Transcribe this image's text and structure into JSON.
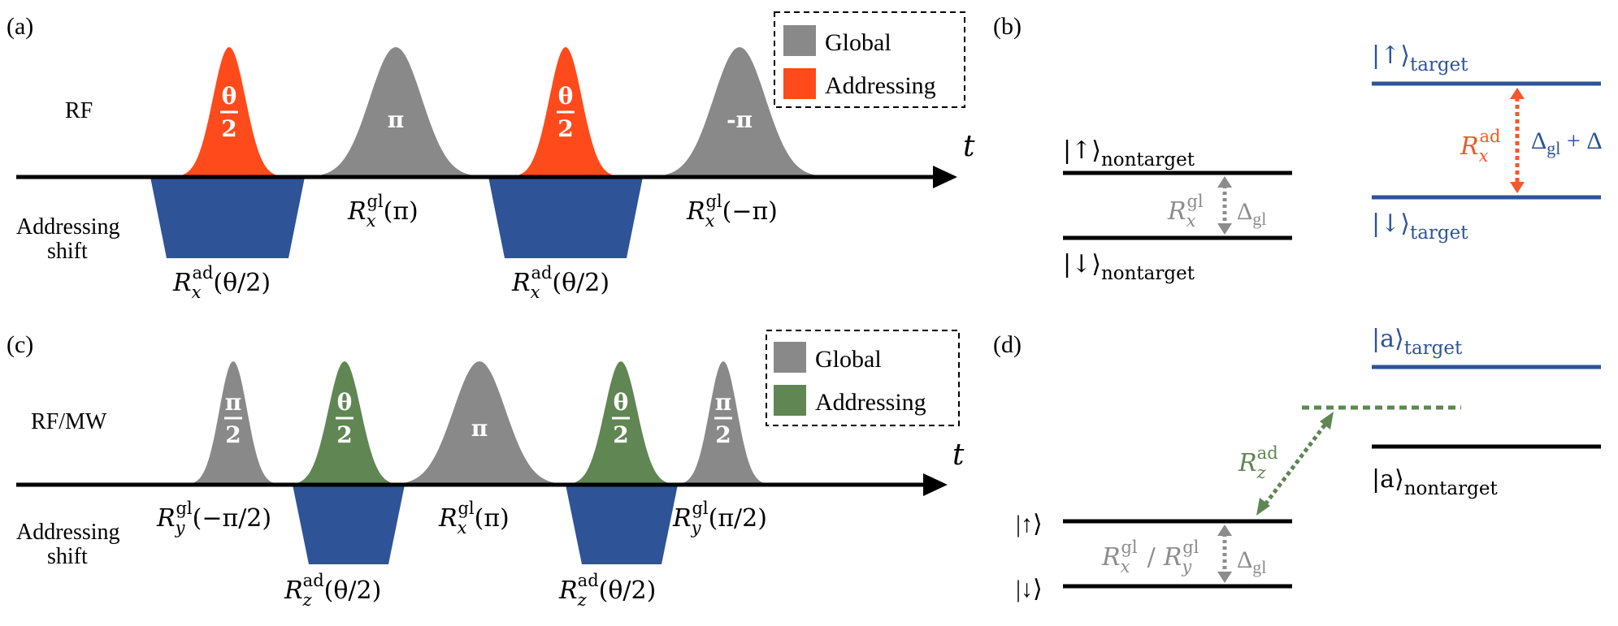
{
  "colors": {
    "global": "#898989",
    "addressing_rf": "#FF4A1C",
    "addressing_mw": "#5F8653",
    "shift": "#2E5396",
    "axis": "#000000",
    "target": "#2E5396",
    "gray_text": "#8C8C8C",
    "green_text": "#5F8653",
    "red_arrow": "#F2582A"
  },
  "panel_a": {
    "label": "(a)",
    "row_label": "RF",
    "shift_label_1": "Addressing",
    "shift_label_2": "shift",
    "t_label": "t",
    "legend": {
      "global": "Global",
      "addressing": "Addressing"
    },
    "pulses": [
      {
        "kind": "addressing",
        "text_top": "θ",
        "text_bottom": "2"
      },
      {
        "kind": "global",
        "text": "π"
      },
      {
        "kind": "addressing",
        "text_top": "θ",
        "text_bottom": "2"
      },
      {
        "kind": "global",
        "text": "-π"
      }
    ],
    "rotations": [
      {
        "base": "R",
        "sub": "x",
        "sup": "gl",
        "arg": "(π)"
      },
      {
        "base": "R",
        "sub": "x",
        "sup": "gl",
        "arg": "(−π)"
      },
      {
        "base": "R",
        "sub": "x",
        "sup": "ad",
        "arg": "(θ/2)"
      },
      {
        "base": "R",
        "sub": "x",
        "sup": "ad",
        "arg": "(θ/2)"
      }
    ]
  },
  "panel_b": {
    "label": "(b)",
    "up_nontarget": "|↑⟩",
    "down_nontarget": "|↓⟩",
    "nontarget_sub": "nontarget",
    "up_target": "|↑⟩",
    "down_target": "|↓⟩",
    "target_sub": "target",
    "r_gl": {
      "base": "R",
      "sub": "x",
      "sup": "gl"
    },
    "delta_gl": "Δ",
    "delta_gl_sub": "gl",
    "r_ad": {
      "base": "R",
      "sub": "x",
      "sup": "ad"
    },
    "delta_sum_1": "Δ",
    "delta_sum_sub": "gl",
    "delta_sum_2": " + Δ"
  },
  "panel_c": {
    "label": "(c)",
    "row_label": "RF/MW",
    "shift_label_1": "Addressing",
    "shift_label_2": "shift",
    "t_label": "t",
    "legend": {
      "global": "Global",
      "addressing": "Addressing"
    },
    "pulses": [
      {
        "kind": "global",
        "text_top": "π",
        "text_bottom": "2",
        "prefix": "-"
      },
      {
        "kind": "addressing",
        "text_top": "θ",
        "text_bottom": "2"
      },
      {
        "kind": "global",
        "text": "π"
      },
      {
        "kind": "addressing",
        "text_top": "θ",
        "text_bottom": "2"
      },
      {
        "kind": "global",
        "text_top": "π",
        "text_bottom": "2"
      }
    ],
    "rotations": [
      {
        "base": "R",
        "sub": "y",
        "sup": "gl",
        "arg": "(−π/2)"
      },
      {
        "base": "R",
        "sub": "x",
        "sup": "gl",
        "arg": "(π)"
      },
      {
        "base": "R",
        "sub": "y",
        "sup": "gl",
        "arg": "(π/2)"
      },
      {
        "base": "R",
        "sub": "z",
        "sup": "ad",
        "arg": "(θ/2)"
      },
      {
        "base": "R",
        "sub": "z",
        "sup": "ad",
        "arg": "(θ/2)"
      }
    ]
  },
  "panel_d": {
    "label": "(d)",
    "a_target": "|a⟩",
    "target_sub": "target",
    "a_nontarget": "|a⟩",
    "nontarget_sub": "nontarget",
    "up": "|↑⟩",
    "down": "|↓⟩",
    "r_ad": {
      "base": "R",
      "sub": "z",
      "sup": "ad"
    },
    "r_gl_x": {
      "base": "R",
      "sub": "x",
      "sup": "gl"
    },
    "slash": "/",
    "r_gl_y": {
      "base": "R",
      "sub": "y",
      "sup": "gl"
    },
    "delta_gl": "Δ",
    "delta_gl_sub": "gl"
  }
}
